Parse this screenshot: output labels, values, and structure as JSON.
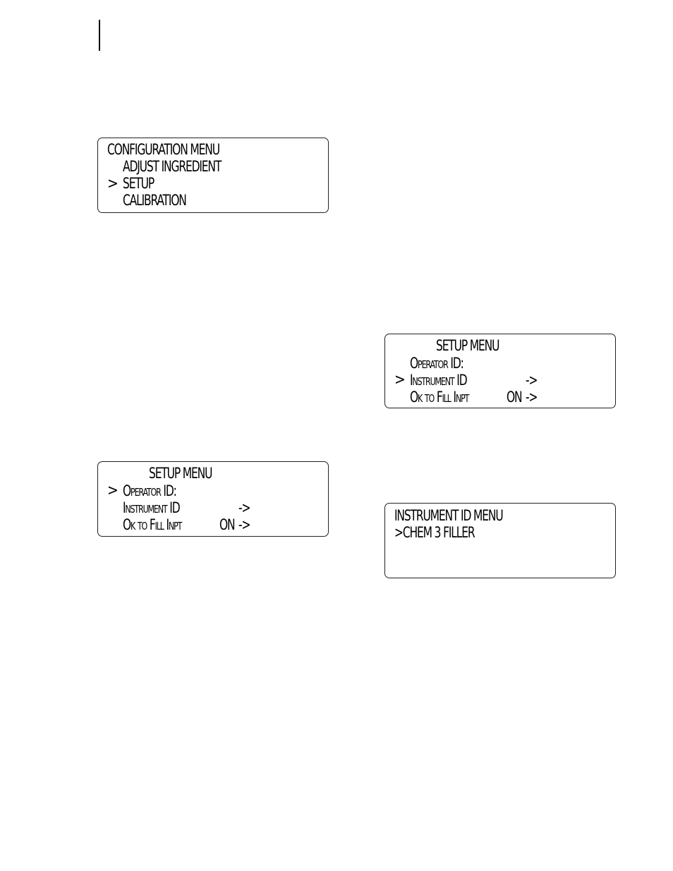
{
  "config_menu": {
    "title": "CONFIGURATION MENU",
    "cursor": ">",
    "items": [
      "ADJUST INGREDIENT",
      "SETUP",
      "CALIBRATION"
    ]
  },
  "setup_menu_1": {
    "title": "SETUP MENU",
    "cursor": ">",
    "item_operator": "Operator ID:",
    "item_instrument": "Instrument ID",
    "item_instrument_arrow": "->",
    "item_fill": "Ok to Fill Inpt",
    "item_fill_value": "ON",
    "item_fill_arrow": "->"
  },
  "setup_menu_2": {
    "title": "SETUP MENU",
    "cursor": ">",
    "item_operator": "Operator ID:",
    "item_instrument": "Instrument ID",
    "item_instrument_arrow": "->",
    "item_fill": "Ok to Fill Inpt",
    "item_fill_value": "ON",
    "item_fill_arrow": "->"
  },
  "instrument_id_menu": {
    "title": "INSTRUMENT ID MENU",
    "value_line": ">CHEM 3  FILLER"
  }
}
